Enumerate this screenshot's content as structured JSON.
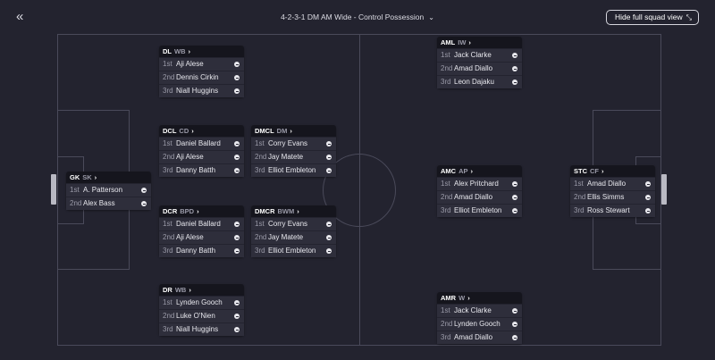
{
  "header": {
    "collapse_icon": "chevrons-left-icon",
    "tactic_label": "4-2-3-1 DM AM Wide - Control Possession",
    "hide_label": "Hide full squad view"
  },
  "positions": [
    {
      "pos": "GK",
      "role": "SK",
      "players": [
        {
          "rank": "1st",
          "name": "A. Patterson"
        },
        {
          "rank": "2nd",
          "name": "Alex Bass"
        }
      ]
    },
    {
      "pos": "DL",
      "role": "WB",
      "players": [
        {
          "rank": "1st",
          "name": "Aji Alese"
        },
        {
          "rank": "2nd",
          "name": "Dennis Cirkin"
        },
        {
          "rank": "3rd",
          "name": "Niall Huggins"
        }
      ]
    },
    {
      "pos": "DCL",
      "role": "CD",
      "players": [
        {
          "rank": "1st",
          "name": "Daniel Ballard"
        },
        {
          "rank": "2nd",
          "name": "Aji Alese"
        },
        {
          "rank": "3rd",
          "name": "Danny Batth"
        }
      ]
    },
    {
      "pos": "DCR",
      "role": "BPD",
      "players": [
        {
          "rank": "1st",
          "name": "Daniel Ballard"
        },
        {
          "rank": "2nd",
          "name": "Aji Alese"
        },
        {
          "rank": "3rd",
          "name": "Danny Batth"
        }
      ]
    },
    {
      "pos": "DR",
      "role": "WB",
      "players": [
        {
          "rank": "1st",
          "name": "Lynden Gooch"
        },
        {
          "rank": "2nd",
          "name": "Luke O'Nien"
        },
        {
          "rank": "3rd",
          "name": "Niall Huggins"
        }
      ]
    },
    {
      "pos": "DMCL",
      "role": "DM",
      "players": [
        {
          "rank": "1st",
          "name": "Corry Evans"
        },
        {
          "rank": "2nd",
          "name": "Jay Matete"
        },
        {
          "rank": "3rd",
          "name": "Elliot Embleton"
        }
      ]
    },
    {
      "pos": "DMCR",
      "role": "BWM",
      "players": [
        {
          "rank": "1st",
          "name": "Corry Evans"
        },
        {
          "rank": "2nd",
          "name": "Jay Matete"
        },
        {
          "rank": "3rd",
          "name": "Elliot Embleton"
        }
      ]
    },
    {
      "pos": "AML",
      "role": "IW",
      "players": [
        {
          "rank": "1st",
          "name": "Jack Clarke"
        },
        {
          "rank": "2nd",
          "name": "Amad Diallo"
        },
        {
          "rank": "3rd",
          "name": "Leon Dajaku"
        }
      ]
    },
    {
      "pos": "AMC",
      "role": "AP",
      "players": [
        {
          "rank": "1st",
          "name": "Alex Pritchard"
        },
        {
          "rank": "2nd",
          "name": "Amad Diallo"
        },
        {
          "rank": "3rd",
          "name": "Elliot Embleton"
        }
      ]
    },
    {
      "pos": "AMR",
      "role": "W",
      "players": [
        {
          "rank": "1st",
          "name": "Jack Clarke"
        },
        {
          "rank": "2nd",
          "name": "Lynden Gooch"
        },
        {
          "rank": "3rd",
          "name": "Amad Diallo"
        }
      ]
    },
    {
      "pos": "STC",
      "role": "CF",
      "players": [
        {
          "rank": "1st",
          "name": "Amad Diallo"
        },
        {
          "rank": "2nd",
          "name": "Ellis Simms"
        },
        {
          "rank": "3rd",
          "name": "Ross Stewart"
        }
      ]
    }
  ]
}
